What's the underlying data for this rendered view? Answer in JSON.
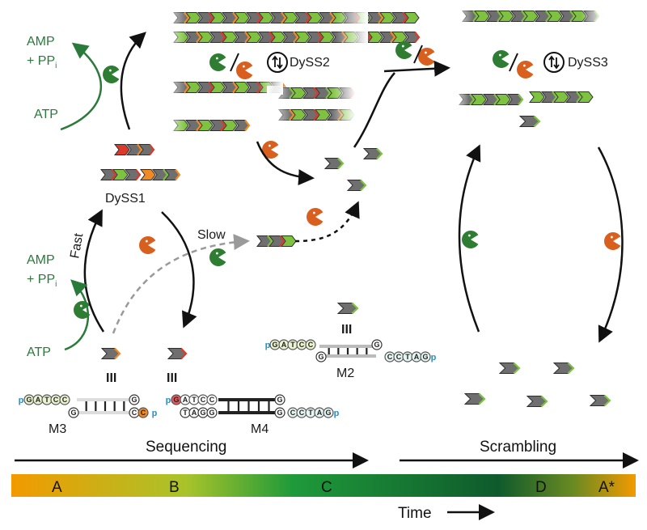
{
  "colors": {
    "green_enzyme": "#2e7d32",
    "orange_enzyme": "#d95f1e",
    "green_text": "#2a7a3a",
    "strand_grey": "#6f6f6f",
    "strand_green": "#7fc241",
    "strand_red": "#d93a2b",
    "strand_orange": "#f08a24",
    "phosphate_blue": "#2a8fc0",
    "timeline_start": "#f29a00",
    "timeline_mid": "#1f9a3a",
    "timeline_dark": "#0f5a2c"
  },
  "labels": {
    "amp_top_line1": "AMP",
    "amp_top_line2": "+ PP",
    "amp_sub": "i",
    "atp_top": "ATP",
    "dyss1": "DySS1",
    "dyss2": "DySS2",
    "dyss3": "DySS3",
    "fast": "Fast",
    "slow": "Slow",
    "amp_low_line1": "AMP",
    "amp_low_line2": "+ PP",
    "atp_low": "ATP",
    "m2": "M2",
    "m3": "M3",
    "m4": "M4",
    "sequencing": "Sequencing",
    "scrambling": "Scrambling",
    "time": "Time",
    "stage_a": "A",
    "stage_b": "B",
    "stage_c": "C",
    "stage_d": "D",
    "stage_a_star": "A*",
    "pair_glyph": "III"
  },
  "sequences": {
    "m2_top": [
      "G",
      "A",
      "T",
      "C",
      "C"
    ],
    "m2_bottom": [
      "C",
      "C",
      "T",
      "A",
      "G"
    ],
    "m2_loop_top": "G",
    "m2_loop_bottom": "G",
    "m3_top": [
      "G",
      "A",
      "T",
      "C",
      "C"
    ],
    "m3_loop_top": "G",
    "m3_loop_bottom": "G",
    "m3_tail": [
      "C",
      "C"
    ],
    "m4_top": [
      "G",
      "A",
      "T",
      "C",
      "C"
    ],
    "m4_bottom_left": [
      "T",
      "A",
      "G",
      "G"
    ],
    "m4_loop_top": "G",
    "m4_loop_bottom": "G",
    "m4_bottom_right": [
      "C",
      "C",
      "T",
      "A",
      "G"
    ],
    "phosphate": "p"
  },
  "icons": {
    "enzyme": "pacman-enzyme-icon",
    "equilibrium": "equilibrium-arrows-icon",
    "chevron": "chevron-monomer-icon"
  }
}
